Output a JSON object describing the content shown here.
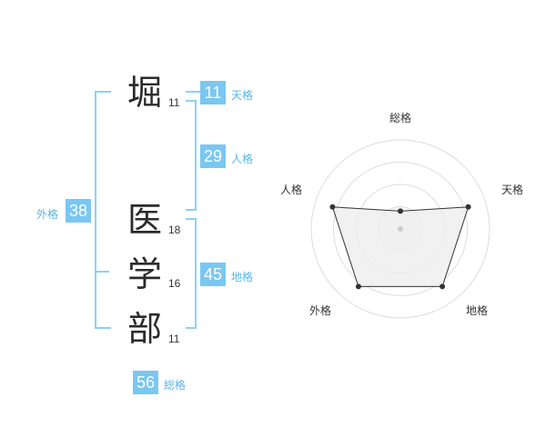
{
  "name": {
    "chars": [
      {
        "char": "堀",
        "strokes": "11"
      },
      {
        "char": "医",
        "strokes": "18"
      },
      {
        "char": "学",
        "strokes": "16"
      },
      {
        "char": "部",
        "strokes": "11"
      }
    ]
  },
  "fortunes": {
    "tenkaku": {
      "label": "天格",
      "value": "11"
    },
    "jinkaku": {
      "label": "人格",
      "value": "29"
    },
    "chikaku": {
      "label": "地格",
      "value": "45"
    },
    "gaikaku": {
      "label": "外格",
      "value": "38"
    },
    "soukaku": {
      "label": "総格",
      "value": "56"
    }
  },
  "radar": {
    "axes": [
      "総格",
      "天格",
      "地格",
      "外格",
      "人格"
    ],
    "levels": 4,
    "values": [
      0.2,
      0.8,
      0.8,
      0.8,
      0.8
    ],
    "fill_color": "#eeeeee",
    "line_color": "#333333"
  },
  "colors": {
    "accent": "#7ac7f2",
    "bracket": "#8fd0f4"
  }
}
